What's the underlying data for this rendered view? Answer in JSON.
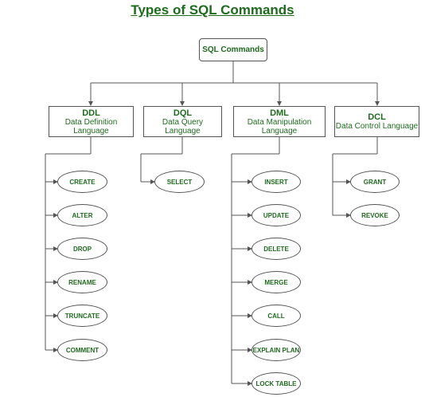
{
  "title": "Types of SQL Commands",
  "root": "SQL Commands",
  "categories": [
    {
      "abbr": "DDL",
      "full": "Data Definition Language",
      "commands": [
        "CREATE",
        "ALTER",
        "DROP",
        "RENAME",
        "TRUNCATE",
        "COMMENT"
      ]
    },
    {
      "abbr": "DQL",
      "full": "Data Query Language",
      "commands": [
        "SELECT"
      ]
    },
    {
      "abbr": "DML",
      "full": "Data Manipulation Language",
      "commands": [
        "INSERT",
        "UPDATE",
        "DELETE",
        "MERGE",
        "CALL",
        "EXPLAIN PLAN",
        "LOCK TABLE"
      ]
    },
    {
      "abbr": "DCL",
      "full": "Data Control Language",
      "commands": [
        "GRANT",
        "REVOKE"
      ]
    }
  ],
  "colors": {
    "text": "#1e6b1e",
    "line": "#555555"
  }
}
